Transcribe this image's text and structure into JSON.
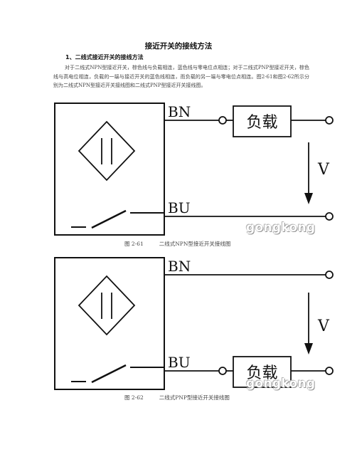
{
  "document": {
    "title": "接近开关的接线方法",
    "section_heading": "1、二线式接近开关的接线方法",
    "paragraph": "对于二线式NPN型接近开关，棕色线与负载相连，蓝色线与零电位点相连；对于二线式PNP型接近开关，棕色线与高电位相连，负载的一端与接近开关的蓝色线相连，而负载的另一端与零电位点相连。图2-61和图2-62所示分别为二线式NPN型接近开关接线图和二线式PNP型接近开关接线图。"
  },
  "figures": [
    {
      "bn_label": "BN",
      "bu_label": "BU",
      "load_label": "负载",
      "v_label": "V",
      "caption_number": "图 2-61",
      "caption_text": "二线式NPN型接近开关接线图"
    },
    {
      "bn_label": "BN",
      "bu_label": "BU",
      "load_label": "负载",
      "v_label": "V",
      "caption_number": "图 2-62",
      "caption_text": "二线式PNP型接近开关接线图"
    }
  ],
  "watermark": "gongkong"
}
